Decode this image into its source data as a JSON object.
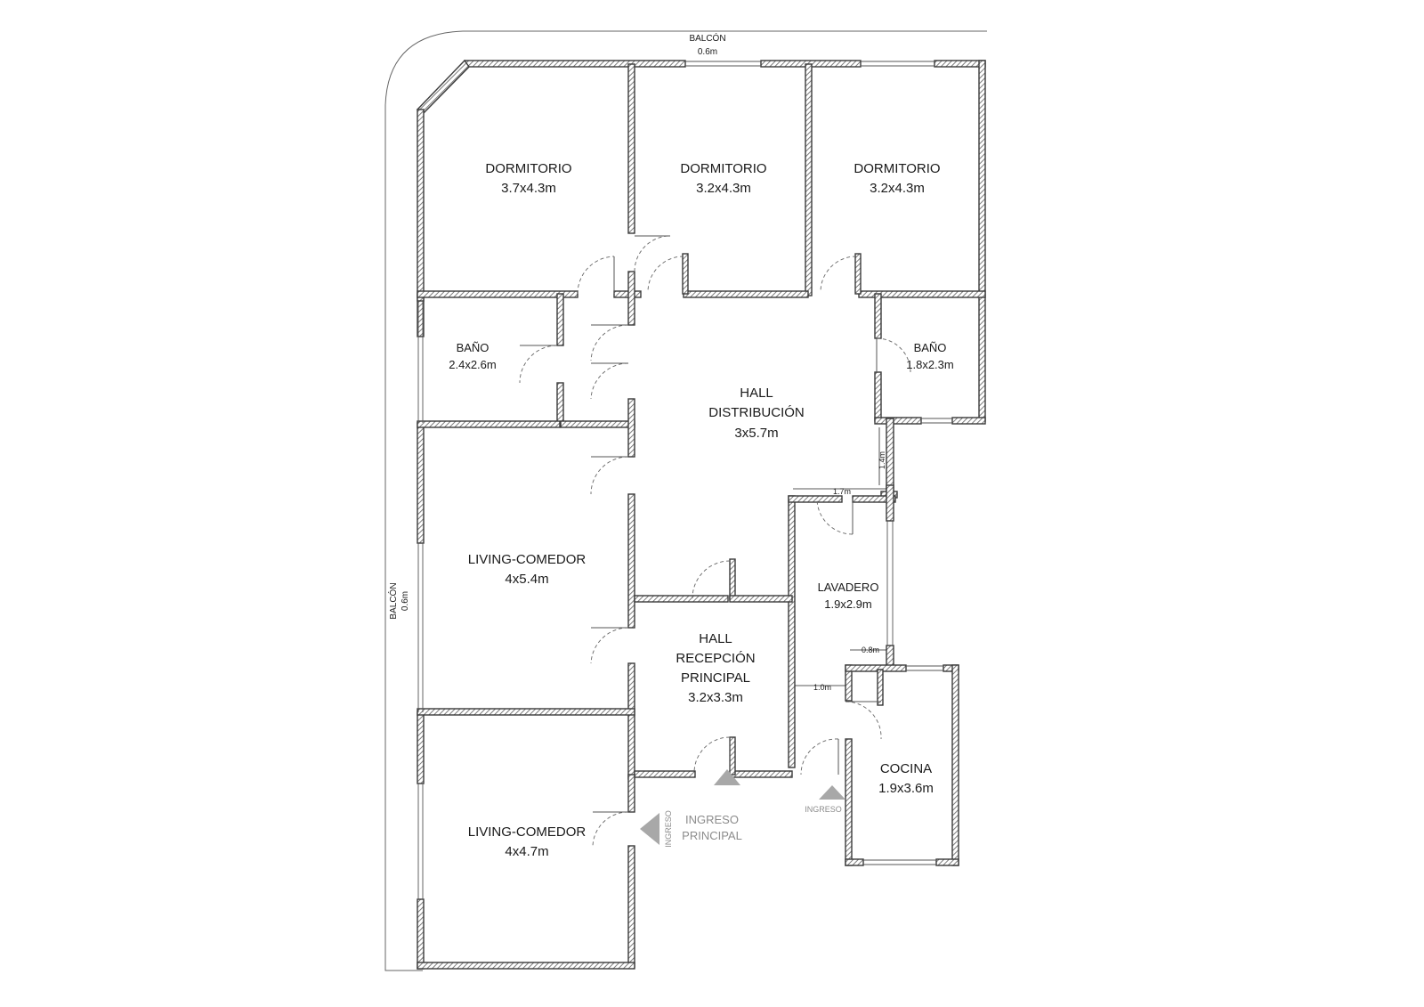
{
  "balcony": {
    "top_label": "BALCÓN",
    "top_dim": "0.6m",
    "left_label": "BALCÓN",
    "left_dim": "0.6m"
  },
  "rooms": {
    "dormitorio_1": {
      "name": "DORMITORIO",
      "size": "3.7x4.3m"
    },
    "dormitorio_2": {
      "name": "DORMITORIO",
      "size": "3.2x4.3m"
    },
    "dormitorio_3": {
      "name": "DORMITORIO",
      "size": "3.2x4.3m"
    },
    "bano_1": {
      "name": "BAÑO",
      "size": "2.4x2.6m"
    },
    "bano_2": {
      "name": "BAÑO",
      "size": "1.8x2.3m"
    },
    "hall_distribucion": {
      "line1": "HALL",
      "line2": "DISTRIBUCIÓN",
      "size": "3x5.7m"
    },
    "living_comedor_1": {
      "name": "LIVING-COMEDOR",
      "size": "4x5.4m"
    },
    "living_comedor_2": {
      "name": "LIVING-COMEDOR",
      "size": "4x4.7m"
    },
    "hall_recepcion": {
      "line1": "HALL",
      "line2": "RECEPCIÓN",
      "line3": "PRINCIPAL",
      "size": "3.2x3.3m"
    },
    "lavadero": {
      "name": "LAVADERO",
      "size": "1.9x2.9m"
    },
    "cocina": {
      "name": "COCINA",
      "size": "1.9x3.6m"
    }
  },
  "dimensions": {
    "d_1_4": "1.4m",
    "d_1_7": "1.7m",
    "d_0_8": "0.8m",
    "d_1_0": "1.0m"
  },
  "entrances": {
    "main_line1": "INGRESO",
    "main_line2": "PRINCIPAL",
    "side_left": "INGRESO",
    "side_service": "INGRESO"
  },
  "colors": {
    "wall_hatch": "#9a9a9a",
    "entrance_arrow": "#a8a8a8",
    "text": "#1a1a1a"
  }
}
